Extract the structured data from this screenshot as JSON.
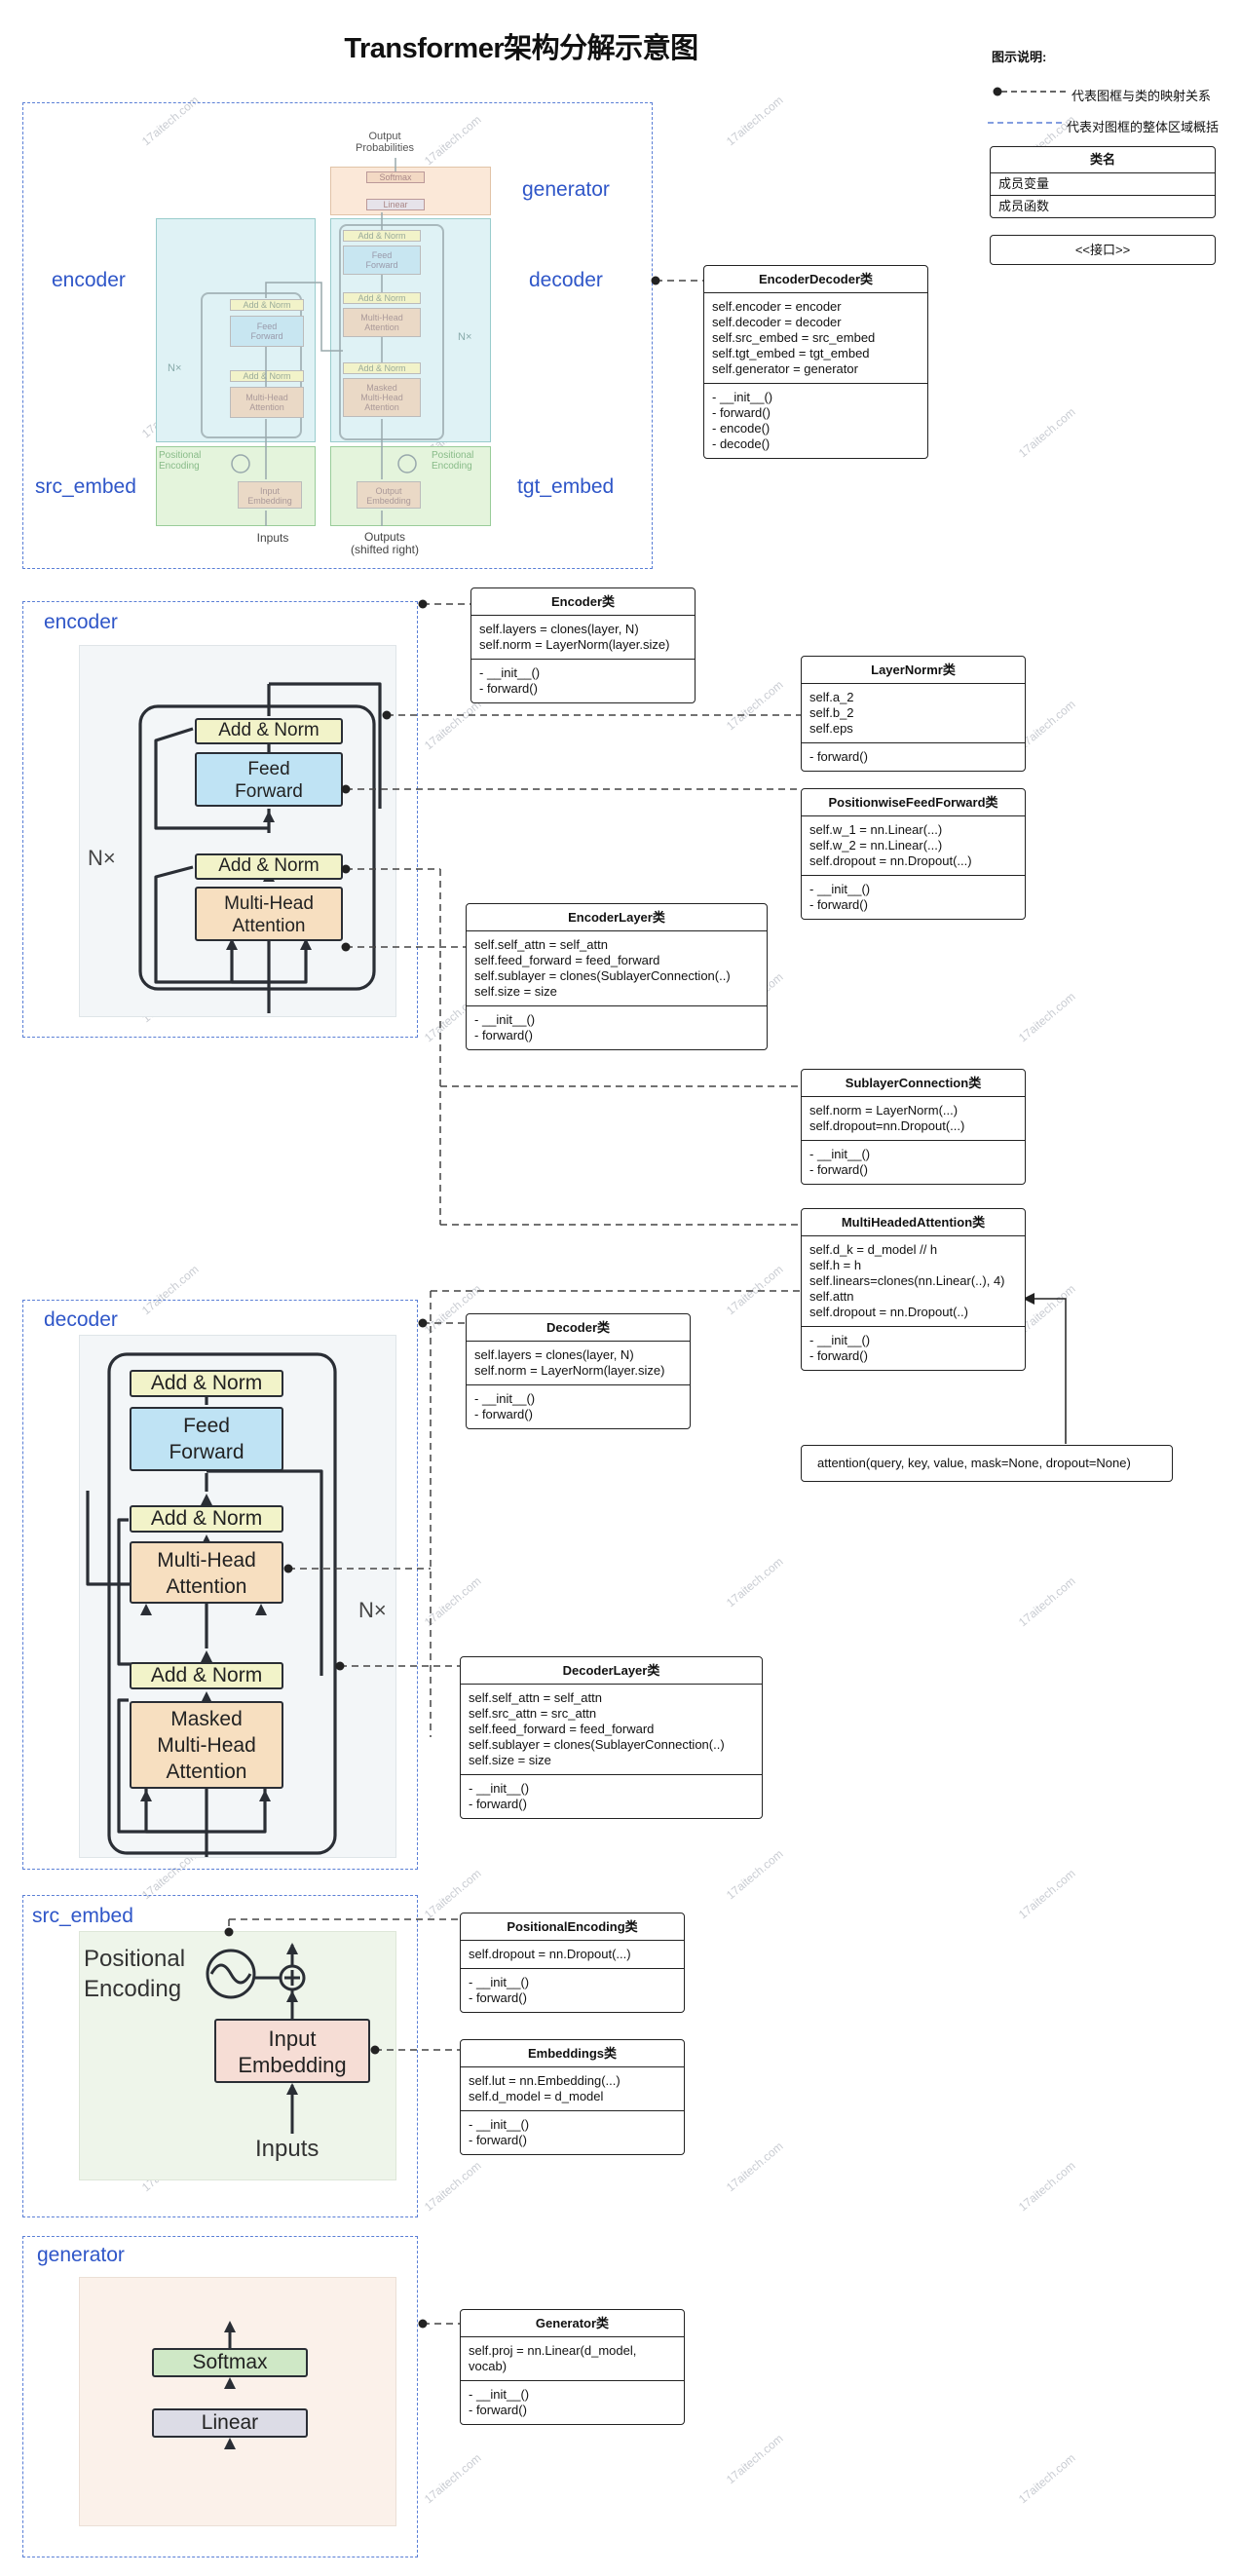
{
  "title": "Transformer架构分解示意图",
  "legend": {
    "title": "图示说明:",
    "map_line": "代表图框与类的映射关系",
    "region_line": "代表对图框的整体区域概括",
    "class_name": "类名",
    "member_var": "成员变量",
    "member_fn": "成员函数",
    "interface": "<<接口>>"
  },
  "overview": {
    "output_probs": "Output\nProbabilities",
    "softmax": "Softmax",
    "linear": "Linear",
    "add_norm": "Add & Norm",
    "feed_forward": "Feed\nForward",
    "multi_head": "Multi-Head\nAttention",
    "masked_multi_head": "Masked\nMulti-Head\nAttention",
    "positional_encoding": "Positional\nEncoding",
    "input_embedding": "Input\nEmbedding",
    "output_embedding": "Output\nEmbedding",
    "inputs": "Inputs",
    "outputs": "Outputs\n(shifted right)",
    "nx": "N×"
  },
  "labels": {
    "encoder": "encoder",
    "decoder": "decoder",
    "generator": "generator",
    "src_embed": "src_embed",
    "tgt_embed": "tgt_embed"
  },
  "encoder_fig": {
    "add_norm": "Add & Norm",
    "feed_forward": "Feed\nForward",
    "multi_head": "Multi-Head\nAttention",
    "nx": "N×"
  },
  "decoder_fig": {
    "add_norm": "Add & Norm",
    "feed_forward": "Feed\nForward",
    "multi_head": "Multi-Head\nAttention",
    "masked": "Masked\nMulti-Head\nAttention",
    "nx": "N×"
  },
  "src_fig": {
    "positional": "Positional\nEncoding",
    "input_embedding": "Input\nEmbedding",
    "inputs": "Inputs"
  },
  "gen_fig": {
    "softmax": "Softmax",
    "linear": "Linear"
  },
  "watermark": "17aitech.com",
  "classes": {
    "encoderdecoder": {
      "name": "EncoderDecoder类",
      "attrs": [
        "self.encoder = encoder",
        "self.decoder = decoder",
        "self.src_embed = src_embed",
        "self.tgt_embed = tgt_embed",
        "self.generator = generator"
      ],
      "methods": [
        "- __init__()",
        "- forward()",
        "- encode()",
        "- decode()"
      ]
    },
    "encoder": {
      "name": "Encoder类",
      "attrs": [
        "self.layers = clones(layer, N)",
        "self.norm = LayerNorm(layer.size)"
      ],
      "methods": [
        "- __init__()",
        "- forward()"
      ]
    },
    "layernorm": {
      "name": "LayerNormr类",
      "attrs": [
        "self.a_2",
        "self.b_2",
        "self.eps"
      ],
      "methods": [
        "- forward()"
      ]
    },
    "ffn": {
      "name": "PositionwiseFeedForward类",
      "attrs": [
        "self.w_1 = nn.Linear(...)",
        "self.w_2 = nn.Linear(...)",
        "self.dropout = nn.Dropout(...)"
      ],
      "methods": [
        "- __init__()",
        "- forward()"
      ]
    },
    "encoderlayer": {
      "name": "EncoderLayer类",
      "attrs": [
        "self.self_attn = self_attn",
        "self.feed_forward = feed_forward",
        "self.sublayer = clones(SublayerConnection(..)",
        "self.size = size"
      ],
      "methods": [
        "- __init__()",
        "- forward()"
      ]
    },
    "sublayer": {
      "name": "SublayerConnection类",
      "attrs": [
        "self.norm = LayerNorm(...)",
        "self.dropout=nn.Dropout(...)"
      ],
      "methods": [
        "- __init__()",
        "- forward()"
      ]
    },
    "mha": {
      "name": "MultiHeadedAttention类",
      "attrs": [
        "self.d_k = d_model // h",
        "self.h = h",
        "self.linears=clones(nn.Linear(..), 4)",
        "self.attn",
        "self.dropout = nn.Dropout(..)"
      ],
      "methods": [
        "- __init__()",
        "- forward()"
      ]
    },
    "decoder": {
      "name": "Decoder类",
      "attrs": [
        "self.layers = clones(layer, N)",
        "self.norm = LayerNorm(layer.size)"
      ],
      "methods": [
        "- __init__()",
        "- forward()"
      ]
    },
    "decoderlayer": {
      "name": "DecoderLayer类",
      "attrs": [
        "self.self_attn = self_attn",
        "self.src_attn = src_attn",
        "self.feed_forward = feed_forward",
        "self.sublayer = clones(SublayerConnection(..)",
        "self.size = size"
      ],
      "methods": [
        "- __init__()",
        "- forward()"
      ]
    },
    "posenc": {
      "name": "PositionalEncoding类",
      "attrs": [
        "self.dropout = nn.Dropout(...)"
      ],
      "methods": [
        "- __init__()",
        "- forward()"
      ]
    },
    "embeddings": {
      "name": "Embeddings类",
      "attrs": [
        "self.lut = nn.Embedding(...)",
        "self.d_model = d_model"
      ],
      "methods": [
        "- __init__()",
        "- forward()"
      ]
    },
    "generator": {
      "name": "Generator类",
      "attrs": [
        "self.proj = nn.Linear(d_model,",
        "vocab)"
      ],
      "methods": [
        "- __init__()",
        "- forward()"
      ]
    }
  },
  "attention_fn": "attention(query, key, value, mask=None, dropout=None)"
}
